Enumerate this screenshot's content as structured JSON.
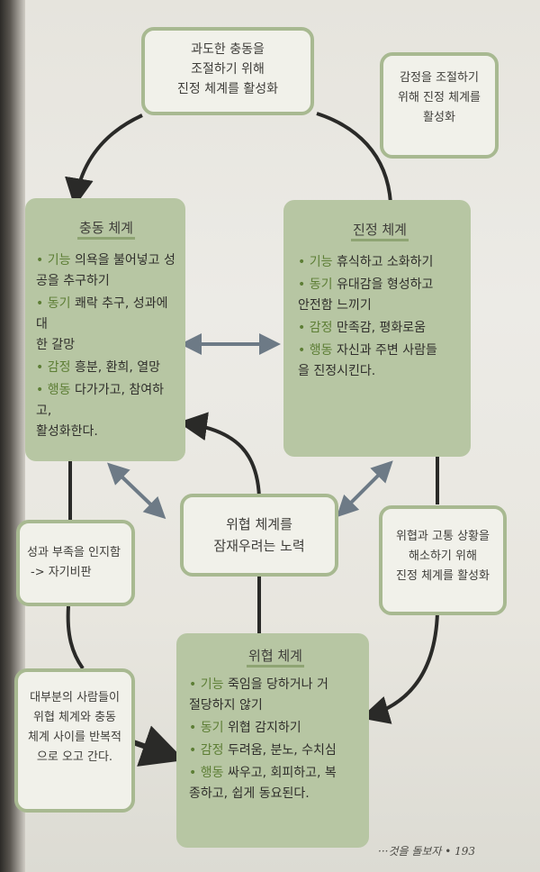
{
  "top_box": {
    "lines": [
      "과도한 충동을",
      "조절하기 위해",
      "진정 체계를 활성화"
    ]
  },
  "note_top_right": {
    "lines": [
      "감정을 조절하기",
      "위해 진정 체계를",
      "활성화"
    ]
  },
  "drive_system": {
    "title": "충동 체계",
    "items": [
      {
        "keyword": "기능",
        "lines": [
          "의욕을 불어넣고 성",
          "공을 추구하기"
        ]
      },
      {
        "keyword": "동기",
        "lines": [
          "쾌락 추구, 성과에 대",
          "한 갈망"
        ]
      },
      {
        "keyword": "감정",
        "lines": [
          "흥분, 환희, 열망"
        ]
      },
      {
        "keyword": "행동",
        "lines": [
          "다가가고, 참여하고,",
          "활성화한다."
        ]
      }
    ]
  },
  "soothing_system": {
    "title": "진정 체계",
    "items": [
      {
        "keyword": "기능",
        "lines": [
          "휴식하고 소화하기"
        ]
      },
      {
        "keyword": "동기",
        "lines": [
          "유대감을 형성하고",
          "안전함 느끼기"
        ]
      },
      {
        "keyword": "감정",
        "lines": [
          "만족감, 평화로움"
        ]
      },
      {
        "keyword": "행동",
        "lines": [
          "자신과 주변 사람들",
          "을 진정시킨다."
        ]
      }
    ]
  },
  "center_box": {
    "lines": [
      "위협 체계를",
      "잠재우려는 노력"
    ]
  },
  "note_left_mid": {
    "lines": [
      "성과 부족을 인지함",
      "-> 자기비판"
    ]
  },
  "note_right_mid": {
    "lines": [
      "위협과 고통 상황을",
      "해소하기 위해",
      "진정 체계를 활성화"
    ]
  },
  "note_left_bottom": {
    "lines": [
      "대부분의 사람들이",
      "위협 체계와 충동",
      "체계 사이를 반복적",
      "으로 오고 간다."
    ]
  },
  "threat_system": {
    "title": "위협 체계",
    "items": [
      {
        "keyword": "기능",
        "lines": [
          "죽임을 당하거나 거",
          "절당하지 않기"
        ]
      },
      {
        "keyword": "동기",
        "lines": [
          "위협 감지하기"
        ]
      },
      {
        "keyword": "감정",
        "lines": [
          "두려움, 분노, 수치심"
        ]
      },
      {
        "keyword": "행동",
        "lines": [
          "싸우고, 회피하고, 복",
          "종하고, 쉽게 동요된다."
        ]
      }
    ]
  },
  "footer": {
    "text": "···것을 돌보자 • 193"
  },
  "colors": {
    "accent_green": "#5d7e35",
    "box_fill": "#b7c6a3",
    "outline": "#a8b991",
    "arrow": "#2a2a28"
  }
}
